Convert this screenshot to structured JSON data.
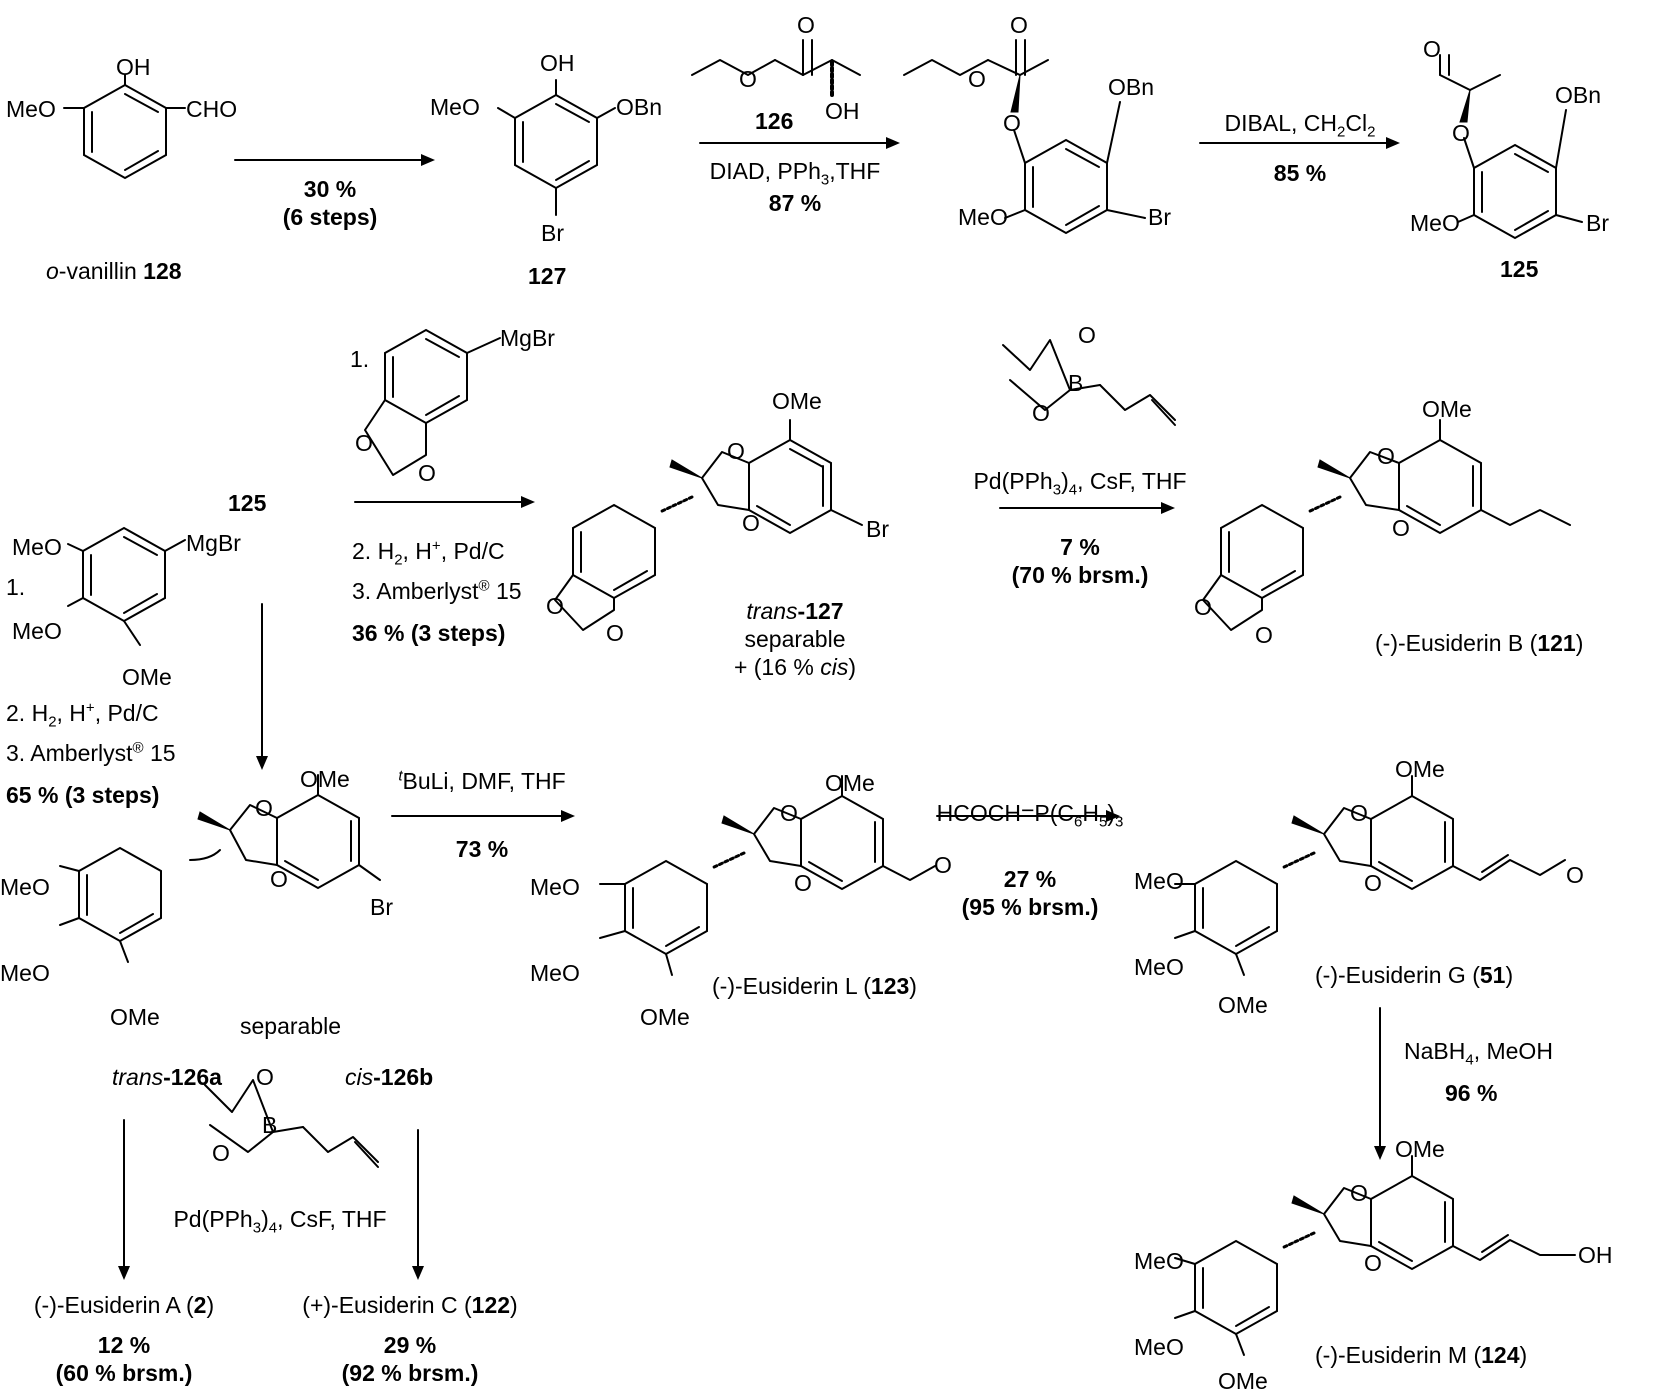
{
  "scheme": {
    "row1": {
      "sm_oh": "OH",
      "sm_meo": "MeO",
      "sm_cho": "CHO",
      "sm_name_prefix": "o",
      "sm_name_rest": "-vanillin ",
      "sm_name_num": "128",
      "step1_yield": "30 %",
      "step1_steps": "(6 steps)",
      "c127_oh": "OH",
      "c127_meo": "MeO",
      "c127_obn": "OBn",
      "c127_br": "Br",
      "c127_num": "127",
      "r126_o": "O",
      "r126_o2": "O",
      "r126_oh": "OH",
      "r126_num": "126",
      "step2_cond": "DIAD, PPh3,THF",
      "step2_yield": "87 %",
      "int_o": "O",
      "int_o2": "O",
      "int_o3": "O",
      "int_obn": "OBn",
      "int_meo": "MeO",
      "int_br": "Br",
      "step3_cond": "DIBAL, CH2Cl2",
      "step3_yield": "85 %",
      "c125_o": "O",
      "c125_o2": "O",
      "c125_obn": "OBn",
      "c125_meo": "MeO",
      "c125_br": "Br",
      "c125_num": "125"
    },
    "row2": {
      "c125_label": "125",
      "grig1_num": "1.",
      "grig1_mgbr": "MgBr",
      "grig1_o1": "O",
      "grig1_o2": "O",
      "cond_a2": "2. H2, H+, Pd/C",
      "cond_a3": "3. Amberlyst® 15",
      "cond_a_yield": "36 % (3 steps)",
      "t127_ome": "OMe",
      "t127_o1": "O",
      "t127_o2": "O",
      "t127_o3": "O",
      "t127_o4": "O",
      "t127_br": "Br",
      "t127_prefix": "trans",
      "t127_num": "-127",
      "t127_sep": "separable",
      "t127_cis": "+ (16 % cis)",
      "bor_o1": "O",
      "bor_b": "B",
      "bor_o2": "O",
      "step_b_cond": "Pd(PPh3)4, CsF, THF",
      "step_b_yield": "7 %",
      "step_b_brsm": "(70 % brsm.)",
      "eusB_ome": "OMe",
      "eusB_o1": "O",
      "eusB_o2": "O",
      "eusB_o3": "O",
      "eusB_o4": "O",
      "eusB_name": "(-)-Eusiderin B (",
      "eusB_num": "121",
      "eusB_close": ")"
    },
    "row3": {
      "grig2_num": "1.",
      "grig2_meo1": "MeO",
      "grig2_mgbr": "MgBr",
      "grig2_meo2": "MeO",
      "grig2_ome": "OMe",
      "cond_c2": "2. H2, H+, Pd/C",
      "cond_c3": "3. Amberlyst® 15",
      "cond_c_yield": "65 % (3 steps)",
      "c126_ome": "OMe",
      "c126_o1": "O",
      "c126_o2": "O",
      "c126_meo1": "MeO",
      "c126_meo2": "MeO",
      "c126_ome2": "OMe",
      "c126_br": "Br",
      "c126_sep": "separable",
      "step_d_cond": "tBuLi, DMF, THF",
      "step_d_yield": "73 %",
      "eusL_ome": "OMe",
      "eusL_o1": "O",
      "eusL_o2": "O",
      "eusL_o3": "O",
      "eusL_meo1": "MeO",
      "eusL_meo2": "MeO",
      "eusL_ome2": "OMe",
      "eusL_name": "(-)-Eusiderin L (",
      "eusL_num": "123",
      "eusL_close": ")",
      "step_e_cond": "HCOCH=P(C6H5)3",
      "step_e_yield": "27 %",
      "step_e_brsm": "(95 % brsm.)",
      "eusG_ome": "OMe",
      "eusG_o1": "O",
      "eusG_o2": "O",
      "eusG_o3": "O",
      "eusG_meo1": "MeO",
      "eusG_meo2": "MeO",
      "eusG_ome2": "OMe",
      "eusG_name": "(-)-Eusiderin G (",
      "eusG_num": "51",
      "eusG_close": ")",
      "step_f_cond": "NaBH4, MeOH",
      "step_f_yield": "96 %"
    },
    "row4": {
      "trans_prefix": "trans",
      "trans_num": "-126a",
      "cis_prefix": "cis",
      "cis_num": "-126b",
      "bor_o1": "O",
      "bor_b": "B",
      "bor_o2": "O",
      "step_g_cond": "Pd(PPh3)4, CsF, THF",
      "eusA_name": "(-)-Eusiderin A (",
      "eusA_num": "2",
      "eusA_close": ")",
      "eusA_yield": "12 %",
      "eusA_brsm": "(60 % brsm.)",
      "eusC_name": "(+)-Eusiderin C (",
      "eusC_num": "122",
      "eusC_close": ")",
      "eusC_yield": "29 %",
      "eusC_brsm": "(92 % brsm.)",
      "eusM_ome": "OMe",
      "eusM_o1": "O",
      "eusM_o2": "O",
      "eusM_oh": "OH",
      "eusM_meo1": "MeO",
      "eusM_meo2": "MeO",
      "eusM_ome2": "OMe",
      "eusM_name": "(-)-Eusiderin M (",
      "eusM_num": "124",
      "eusM_close": ")"
    }
  }
}
